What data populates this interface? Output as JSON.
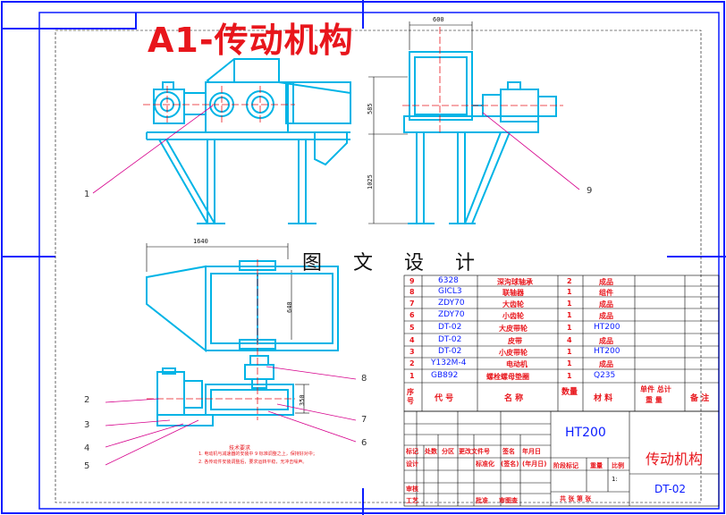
{
  "title": "A1-传动机构",
  "subtitle": "图 文 设 计",
  "dimensions": {
    "width_top": "600",
    "height_upper": "585",
    "height_lower": "1025",
    "length_plan": "1640",
    "width_plan": "640",
    "motor_offset": "350"
  },
  "balloons": [
    "1",
    "2",
    "3",
    "4",
    "5",
    "6",
    "7",
    "8",
    "9"
  ],
  "notes": {
    "heading": "技术要求",
    "lines": [
      "1. 电动机与减速器的安装中 9 标准调整之上，保持好对中；",
      "2. 各传动件安装调整后，要求运转平稳，无冲击噪声。"
    ]
  },
  "bom": {
    "rows": [
      {
        "no": "9",
        "code": "6328",
        "name": "深沟球轴承",
        "qty": "2",
        "material": "成品"
      },
      {
        "no": "8",
        "code": "GICL3",
        "name": "联轴器",
        "qty": "1",
        "material": "组件"
      },
      {
        "no": "7",
        "code": "ZDY70",
        "name": "大齿轮",
        "qty": "1",
        "material": "成品"
      },
      {
        "no": "6",
        "code": "ZDY70",
        "name": "小齿轮",
        "qty": "1",
        "material": "成品"
      },
      {
        "no": "5",
        "code": "DT-02",
        "name": "大皮带轮",
        "qty": "1",
        "material": "HT200"
      },
      {
        "no": "4",
        "code": "DT-02",
        "name": "皮带",
        "qty": "4",
        "material": "成品"
      },
      {
        "no": "3",
        "code": "DT-02",
        "name": "小皮带轮",
        "qty": "1",
        "material": "HT200"
      },
      {
        "no": "2",
        "code": "Y132M-4",
        "name": "电动机",
        "qty": "1",
        "material": "成品"
      },
      {
        "no": "1",
        "code": "GB892",
        "name": "螺栓螺母垫圈",
        "qty": "1",
        "material": "Q235"
      }
    ],
    "header": {
      "no": "序号",
      "code": "代 号",
      "name": "名 称",
      "qty": "数量",
      "material": "材 料",
      "unit_weight": "单件 总计",
      "weight": "重 量",
      "remark": "备 注"
    }
  },
  "title_block": {
    "material": "HT200",
    "drawing_name": "传动机构",
    "drawing_no": "DT-02",
    "row1": [
      "标记",
      "处数",
      "分区",
      "更改文件号",
      "签名",
      "年月日"
    ],
    "row2": [
      "设计",
      "标准化",
      "(签名)",
      "(年月日)"
    ],
    "stage_labels": [
      "阶段标记",
      "重量",
      "比例"
    ],
    "scale": "1:",
    "sheets": "共 张 第 张",
    "row3": [
      "审核"
    ],
    "row4": [
      "工艺",
      "批准",
      "审图查"
    ]
  }
}
